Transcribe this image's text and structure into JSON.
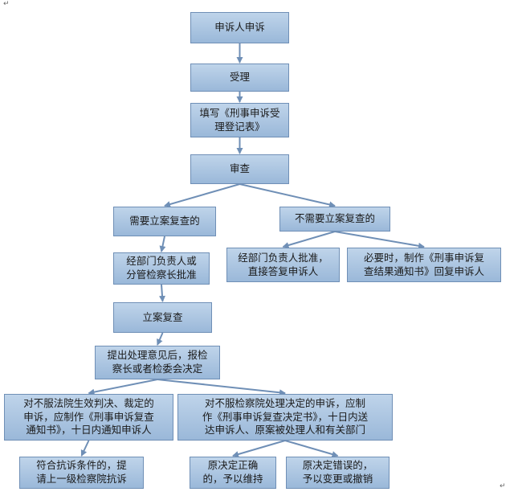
{
  "nodes": {
    "n1": "申诉人申诉",
    "n2": "受理",
    "n3": "填写《刑事申诉受\n理登记表》",
    "n4": "审查",
    "n5": "需要立案复查的",
    "n6": "不需要立案复查的",
    "n7": "经部门负责人或\n分管检察长批准",
    "n8": "经部门负责人批准，\n直接答复申诉人",
    "n9": "必要时，制作《刑事申诉复\n查结果通知书》回复申诉人",
    "n10": "立案复查",
    "n11": "提出处理意见后，报检\n察长或者检委会决定",
    "n12": "对不服法院生效判决、裁定的\n申诉，应制作《刑事申诉复查\n通知书》，十日内通知申诉人",
    "n13": "对不服检察院处理决定的申诉，应制\n作《刑事申诉复查决定书》，十日内送\n达申诉人、原案被处理人和有关部门",
    "n14": "符合抗诉条件的，提\n请上一级检察院抗诉",
    "n15": "原决定正确\n的，予以维持",
    "n16": "原决定错误的，\n予以变更或撤销"
  },
  "colors": {
    "node_fill": "#a9c3e0",
    "node_border": "#6f8fb6",
    "edge": "#6f8fb6"
  },
  "edges": [
    [
      "n1",
      "n2"
    ],
    [
      "n2",
      "n3"
    ],
    [
      "n3",
      "n4"
    ],
    [
      "n4",
      "n5"
    ],
    [
      "n4",
      "n6"
    ],
    [
      "n5",
      "n7"
    ],
    [
      "n6",
      "n8"
    ],
    [
      "n6",
      "n9"
    ],
    [
      "n7",
      "n10"
    ],
    [
      "n10",
      "n11"
    ],
    [
      "n11",
      "n12"
    ],
    [
      "n11",
      "n13"
    ],
    [
      "n12",
      "n14"
    ],
    [
      "n13",
      "n15"
    ],
    [
      "n13",
      "n16"
    ]
  ]
}
